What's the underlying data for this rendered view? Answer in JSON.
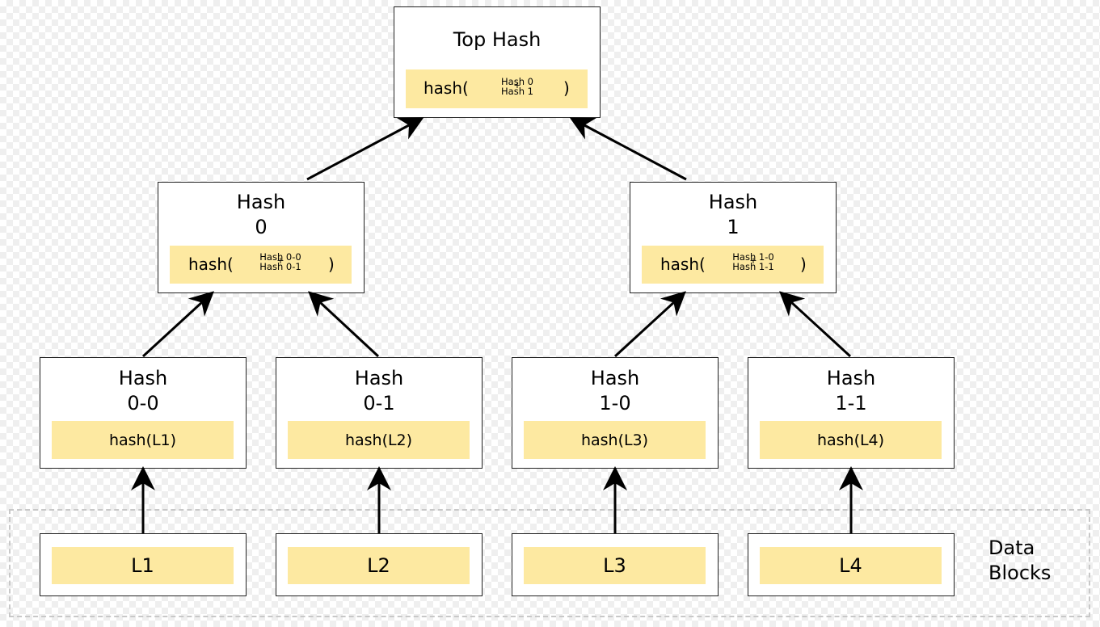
{
  "top": {
    "title": "Top Hash",
    "func": "hash(",
    "arg_a": "Hash 0",
    "plus": "+",
    "arg_b": "Hash 1",
    "close": ")"
  },
  "h0": {
    "title_1": "Hash",
    "title_2": "0",
    "func": "hash(",
    "arg_a": "Hash 0-0",
    "plus": "+",
    "arg_b": "Hash 0-1",
    "close": ")"
  },
  "h1": {
    "title_1": "Hash",
    "title_2": "1",
    "func": "hash(",
    "arg_a": "Hash 1-0",
    "plus": "+",
    "arg_b": "Hash 1-1",
    "close": ")"
  },
  "leaves": [
    {
      "title_1": "Hash",
      "title_2": "0-0",
      "formula": "hash(L1)"
    },
    {
      "title_1": "Hash",
      "title_2": "0-1",
      "formula": "hash(L2)"
    },
    {
      "title_1": "Hash",
      "title_2": "1-0",
      "formula": "hash(L3)"
    },
    {
      "title_1": "Hash",
      "title_2": "1-1",
      "formula": "hash(L4)"
    }
  ],
  "blocks": [
    "L1",
    "L2",
    "L3",
    "L4"
  ],
  "region": {
    "label_1": "Data",
    "label_2": "Blocks"
  },
  "colors": {
    "fill": "#fde9a1",
    "border": "#222222",
    "region_border": "#c8c8c8"
  }
}
